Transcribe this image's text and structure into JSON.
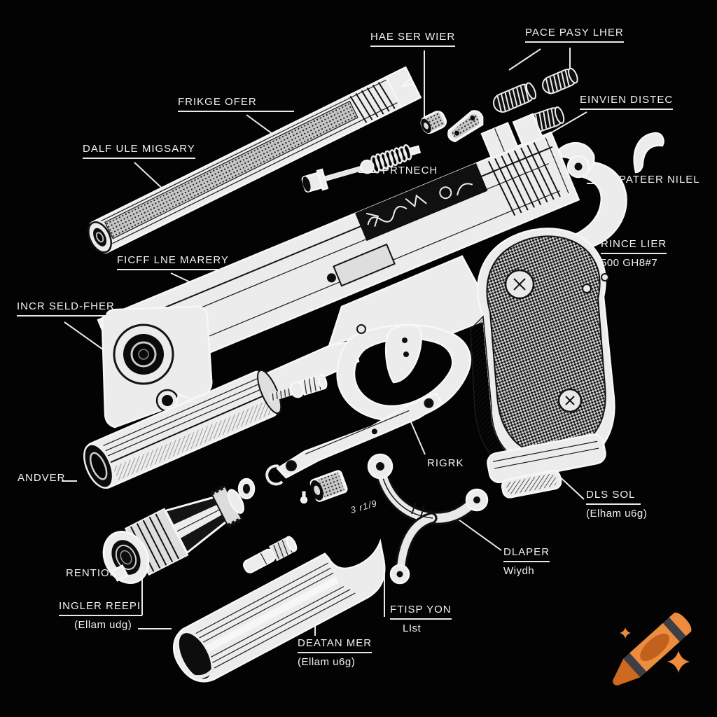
{
  "colors": {
    "background": "#030303",
    "ink": "#F1F1F1",
    "line_art": "#ECECEC"
  },
  "callouts": {
    "hae_ser_wier": {
      "text": "HAE SER WIER"
    },
    "pace_pasy_lher": {
      "text": "PACE PASY LHER"
    },
    "einvien_distec": {
      "text": "EINVIEN DISTEC"
    },
    "frikge_ofer": {
      "text": "FRIKGE OFER"
    },
    "dalf_ule_migsary": {
      "text": "DALF ULE MIGSARY"
    },
    "prtnech": {
      "text": "PRTNECH"
    },
    "pateer_nilel": {
      "text": "PATEER NILEL"
    },
    "rince_lier": {
      "text": "RINCE LIER",
      "subtext": "500 GH8#7"
    },
    "ficff_lne_marery": {
      "text": "FICFF LNE MARERY"
    },
    "incr_seld_fher": {
      "text": "INCR SELD-FHER"
    },
    "andver": {
      "text": "ANDVER"
    },
    "rigrk": {
      "text": "RIGRK"
    },
    "dls_sol": {
      "text": "DLS SOL",
      "subtext": "(Elham u6g)"
    },
    "dlaper": {
      "text": "DLAPER",
      "subtext": "Wiydh"
    },
    "rention": {
      "text": "RENTION"
    },
    "ingler_reepi": {
      "text": "INGLER REEPI",
      "subtext": "(Ellam udg)"
    },
    "ftisp_yon": {
      "text": "FTISP YON",
      "subtext": "LIst"
    },
    "deatan_mer": {
      "text": "DEATAN MER",
      "subtext": "(Ellam u6g)"
    },
    "annotation": {
      "text": "3 r1/9"
    }
  },
  "watermark": {
    "icon": "crayon-icon",
    "crayon_body": "#EC8C3E",
    "crayon_stripes": "#3E3E47",
    "crayon_label": "#C2611E",
    "crayon_tip": "#CE6A1F",
    "sparkle_color": "#EC8C3E"
  }
}
